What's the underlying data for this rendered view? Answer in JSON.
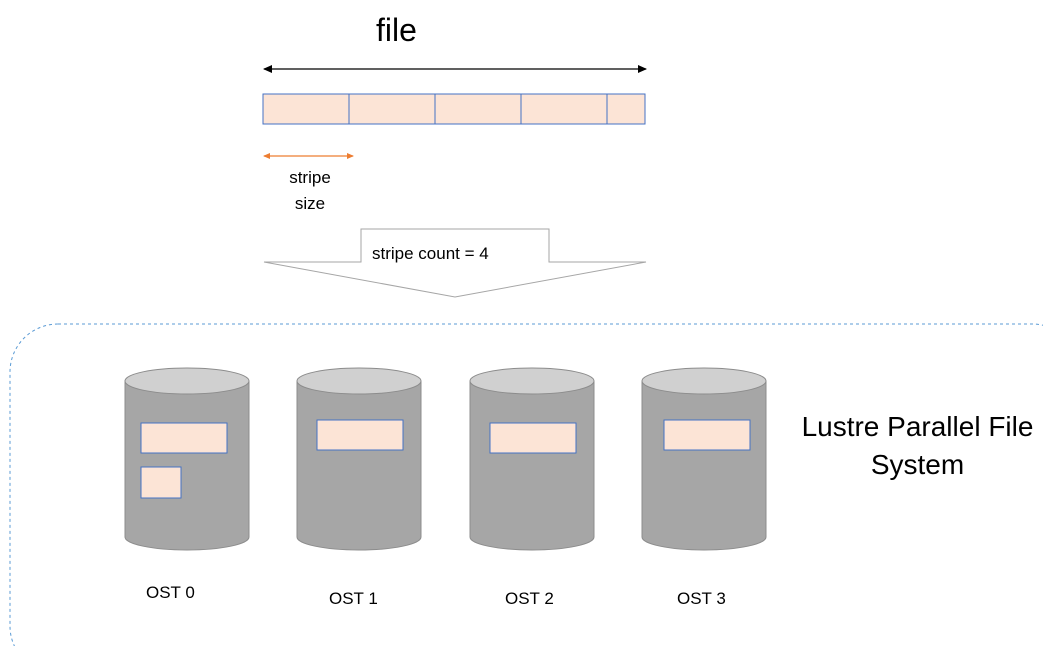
{
  "diagram": {
    "file_label": "file",
    "stripe_size_label": "stripe size",
    "stripe_count_label": "stripe count = 4",
    "filesystem_label": "Lustre Parallel File System",
    "osts": [
      {
        "label": "OST 0",
        "stripes_shown": 2
      },
      {
        "label": "OST 1",
        "stripes_shown": 1
      },
      {
        "label": "OST 2",
        "stripes_shown": 1
      },
      {
        "label": "OST 3",
        "stripes_shown": 1
      }
    ],
    "file_segments": 5,
    "colors": {
      "segment_fill": "#fce4d6",
      "segment_border": "#4472c4",
      "stripe_arrow": "#ed7d31",
      "cylinder_body": "#a6a6a6",
      "cylinder_top": "#d0d0d0",
      "container_border": "#5b9bd5"
    }
  }
}
